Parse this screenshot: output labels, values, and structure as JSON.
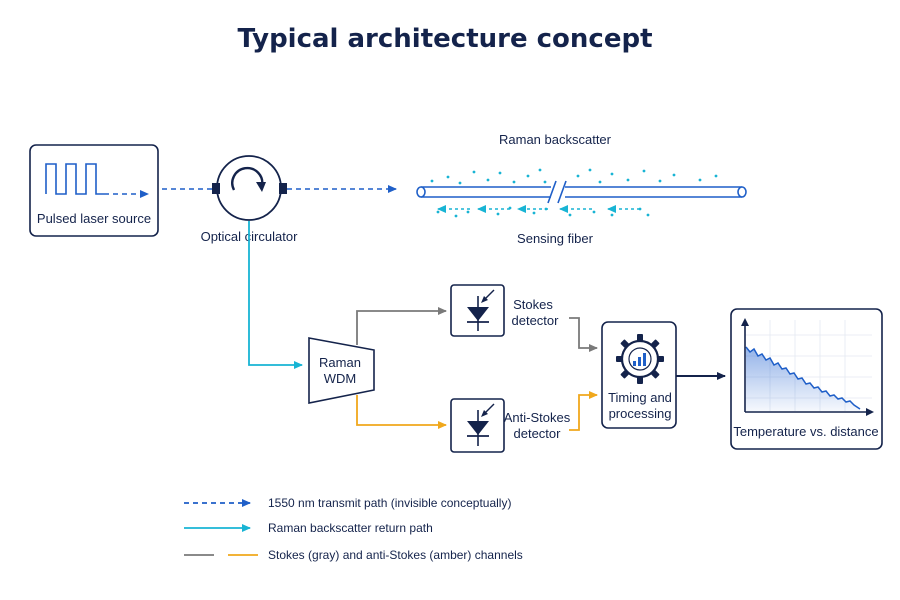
{
  "title": "Typical architecture concept",
  "blocks": {
    "laser": "Pulsed laser source",
    "circulator": "Optical circulator",
    "backscatter": "Raman backscatter",
    "fiber": "Sensing fiber",
    "wdm_line1": "Raman",
    "wdm_line2": "WDM",
    "stokes_line1": "Stokes",
    "stokes_line2": "detector",
    "antistokes_line1": "Anti-Stokes",
    "antistokes_line2": "detector",
    "processing_line1": "Timing and",
    "processing_line2": "processing",
    "plot": "Temperature vs. distance"
  },
  "legend": [
    {
      "label": "1550 nm transmit path (invisible conceptually)"
    },
    {
      "label": "Raman backscatter return path"
    },
    {
      "label": "Stokes (gray) and anti-Stokes (amber) channels"
    }
  ],
  "colors": {
    "navy": "#14234b",
    "transmit": "#1f5fc8",
    "return": "#18b4d4",
    "stokes": "#7a7a7a",
    "antistokes": "#f0a81c"
  },
  "icons": [
    "pulse-train-icon",
    "circulator-icon",
    "photodiode-icon",
    "gear-chart-icon"
  ]
}
